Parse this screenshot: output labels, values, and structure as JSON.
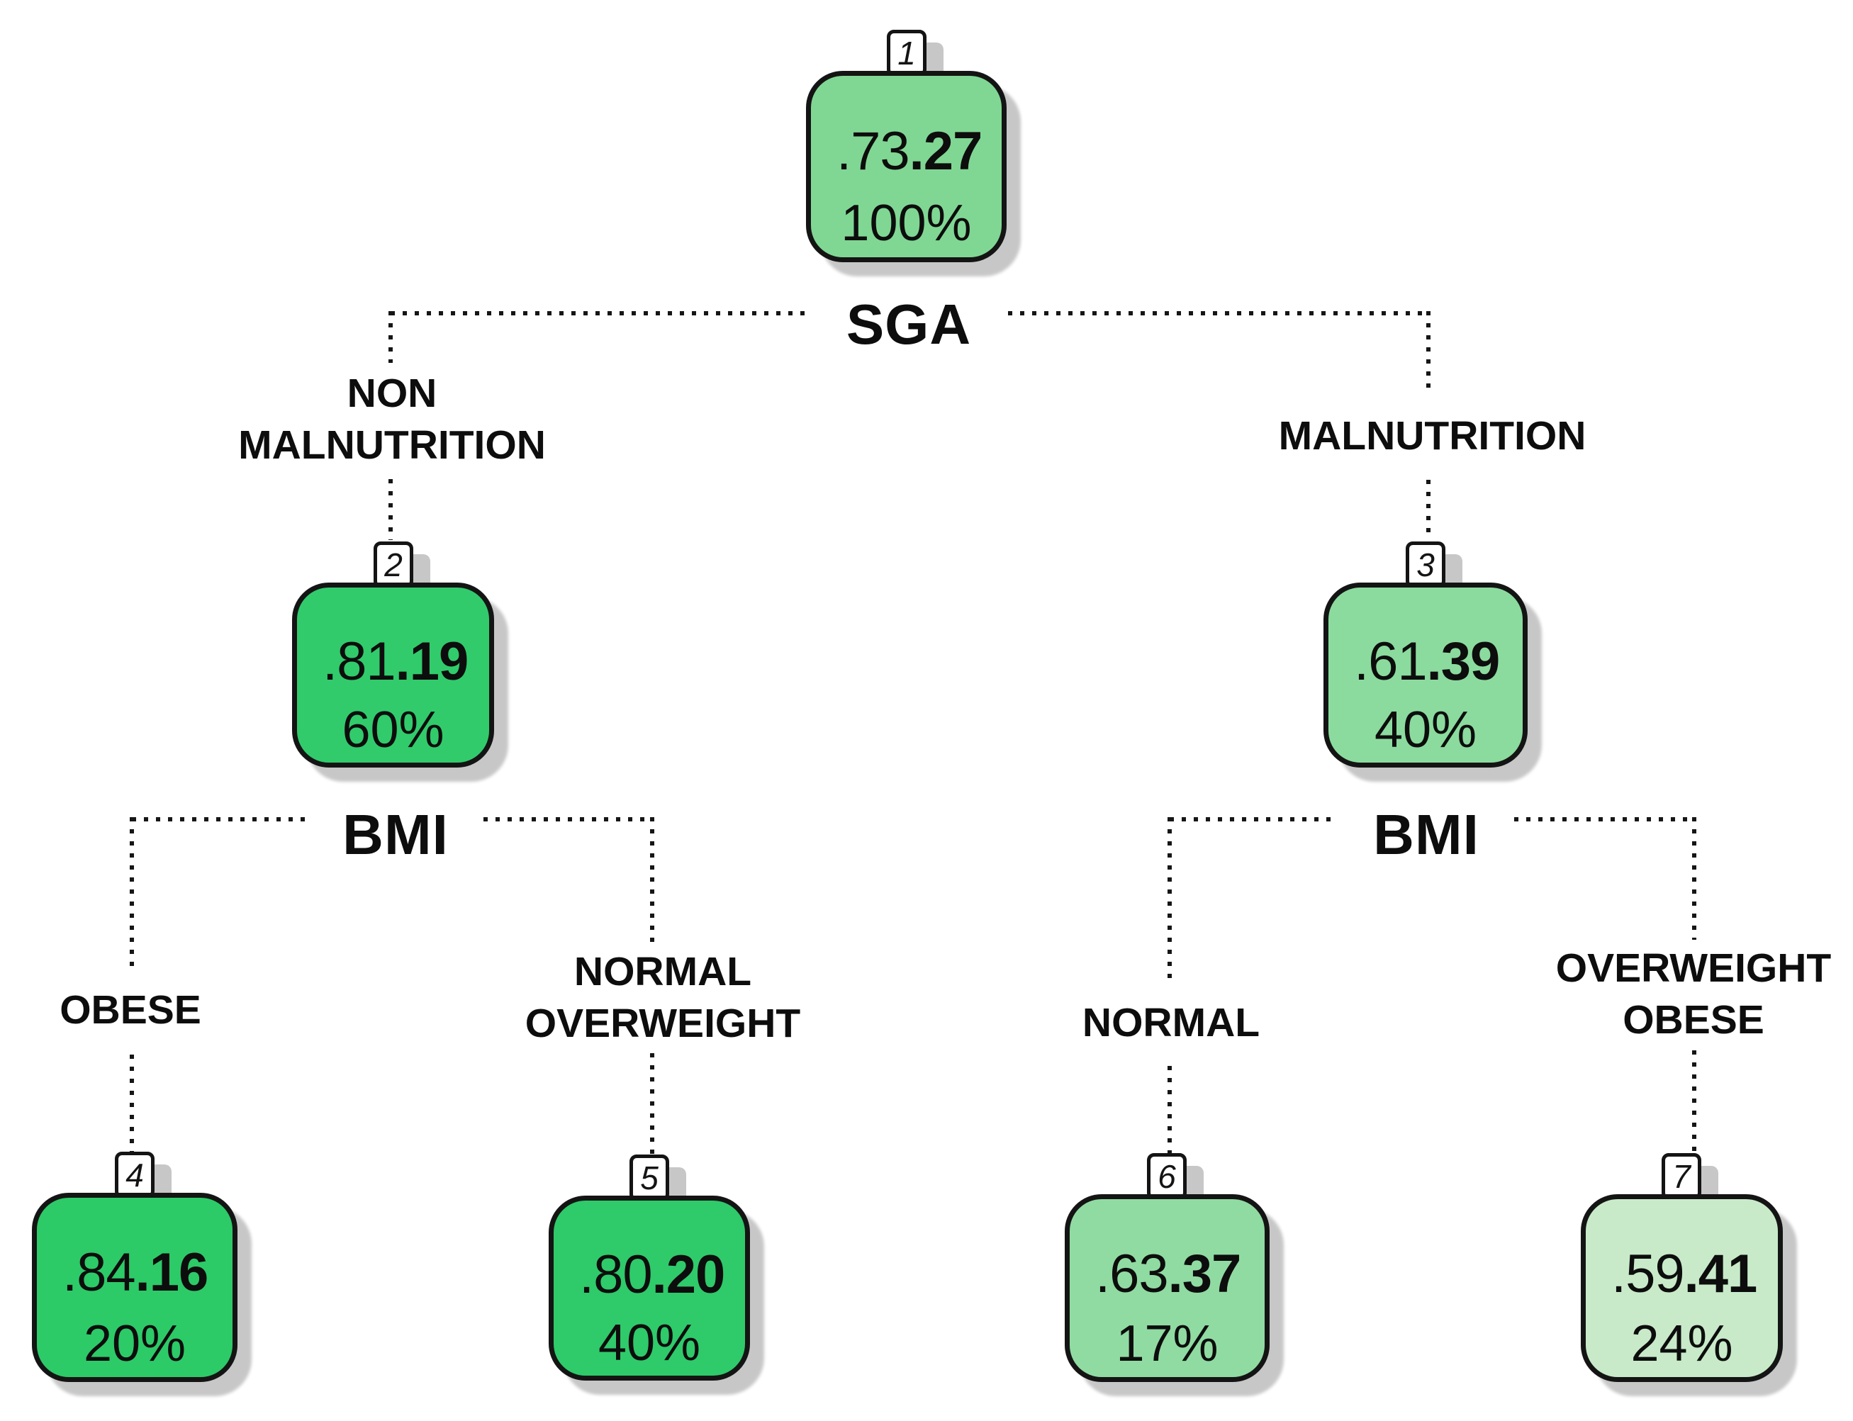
{
  "diagram": {
    "type": "classification-tree",
    "background": "#ffffff",
    "line_color": "#161616",
    "node_border_color": "#141414"
  },
  "splits": {
    "sga": {
      "label": "SGA"
    },
    "bmi_left": {
      "label": "BMI"
    },
    "bmi_right": {
      "label": "BMI"
    }
  },
  "branches": {
    "non_malnutrition": {
      "line1": "NON",
      "line2": "MALNUTRITION"
    },
    "malnutrition": {
      "line1": "MALNUTRITION"
    },
    "obese": {
      "line1": "OBESE"
    },
    "normal_overweight": {
      "line1": "NORMAL",
      "line2": "OVERWEIGHT"
    },
    "normal": {
      "line1": "NORMAL"
    },
    "overweight_obese": {
      "line1": "OVERWEIGHT",
      "line2": "OBESE"
    }
  },
  "nodes": [
    {
      "number": "1",
      "left_prob": ".73",
      "right_prob": ".27",
      "percent": "100%",
      "fill": "#80d793"
    },
    {
      "number": "2",
      "left_prob": ".81",
      "right_prob": ".19",
      "percent": "60%",
      "fill": "#31cb6c"
    },
    {
      "number": "3",
      "left_prob": ".61",
      "right_prob": ".39",
      "percent": "40%",
      "fill": "#8bdb9e"
    },
    {
      "number": "4",
      "left_prob": ".84",
      "right_prob": ".16",
      "percent": "20%",
      "fill": "#2dca68"
    },
    {
      "number": "5",
      "left_prob": ".80",
      "right_prob": ".20",
      "percent": "40%",
      "fill": "#2fca6a"
    },
    {
      "number": "6",
      "left_prob": ".63",
      "right_prob": ".37",
      "percent": "17%",
      "fill": "#90dba2"
    },
    {
      "number": "7",
      "left_prob": ".59",
      "right_prob": ".41",
      "percent": "24%",
      "fill": "#c8eac9"
    }
  ]
}
